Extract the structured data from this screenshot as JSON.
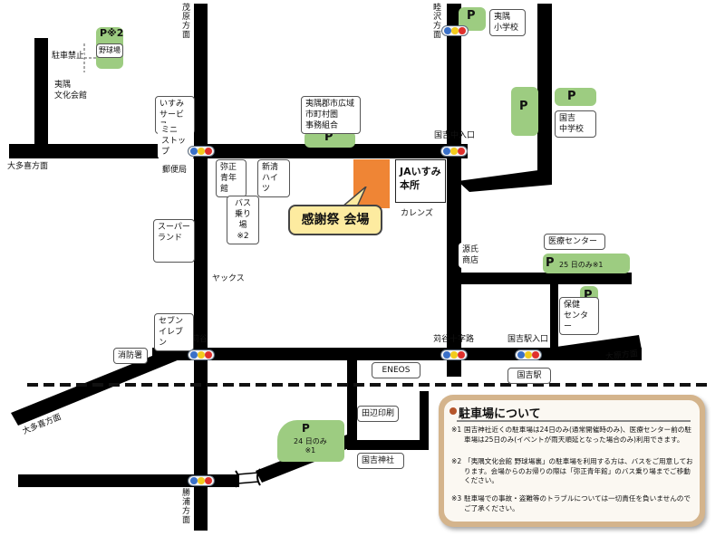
{
  "directions": {
    "shigehara": "茂原方面",
    "mutsuzawa": "睦沢方面",
    "ota_ki_west": "大多喜方面",
    "ota_ki_southwest": "大多喜方面",
    "ohara": "大原方面",
    "katsuura": "勝浦方面"
  },
  "intersections": {
    "kokikita": "国吉中入口",
    "tamakaya": "苅谷",
    "tamakaya_cross": "苅谷十字路",
    "station_entrance": "国吉駅入口"
  },
  "places": {
    "no_parking": "駐車禁止",
    "baseball": "野球場",
    "bunka_kaikan": "夷隅\n文化会館",
    "isumi_service": "いすみ\nサービス",
    "ministop": "ミニ\nストップ",
    "yubinkyoku": "郵便局",
    "yayoi_seinenkan": "弥正\n青年館",
    "shinsei_heights": "新清\nハイツ",
    "bus_stop": "バス\n乗り場\n※2",
    "union": "夷隅郡市広域\n市町村圏\n事務組合",
    "ja_isumi": "JAいすみ\n本所",
    "calens": "カレンズ",
    "supermarket_land": "スーパー\nランド",
    "yax": "ヤックス",
    "seven_eleven": "セブン\nイレブン",
    "fire_station": "消防署",
    "eneos": "ENEOS",
    "kuniyoshi_station": "国吉駅",
    "tanabe_printing": "田辺印刷",
    "kuniyoshi_shrine": "国吉神社",
    "genji_shoten": "源氏\n商店",
    "medical_center": "医療センター",
    "health_center": "保健\nセンター",
    "isumi_elementary": "夷隅\n小学校",
    "kuniyoshi_junior_high": "国吉\n中学校"
  },
  "parking": {
    "mark": "P",
    "baseball_mark": "P※2",
    "medical_note": "25 日のみ※1",
    "shrine_note": "24 日のみ\n※1"
  },
  "venue_label": "感謝祭 会場",
  "notes_board": {
    "title": "駐車場について",
    "notes": [
      {
        "mark": "※1",
        "text": "国吉神社近くの駐車場は24日のみ(通常開催時のみ)、医療センター前の駐車場は25日のみ(イベントが雨天順延となった場合のみ)利用できます。"
      },
      {
        "mark": "※2",
        "text": "「夷隅文化会館 野球場裏」の駐車場を利用する方は、バスをご用意しております。会場からのお帰りの際は「弥正青年館」のバス乗り場までご移動ください。"
      },
      {
        "mark": "※3",
        "text": "駐車場での事故・盗難等のトラブルについては一切責任を負いませんのでご了承ください。"
      }
    ]
  },
  "colors": {
    "road": "#000000",
    "parking": "#9dcc81",
    "venue": "#ef8535",
    "callout": "#fdeba0",
    "board_frame": "#d4b48c",
    "signal_blue": "#3a70c8",
    "signal_yellow": "#f2cb1d",
    "signal_red": "#e0302c"
  },
  "icons": {
    "signal": "traffic-light-icon",
    "railway": "railway-dashed-line",
    "bridge": "bridge-icon"
  }
}
